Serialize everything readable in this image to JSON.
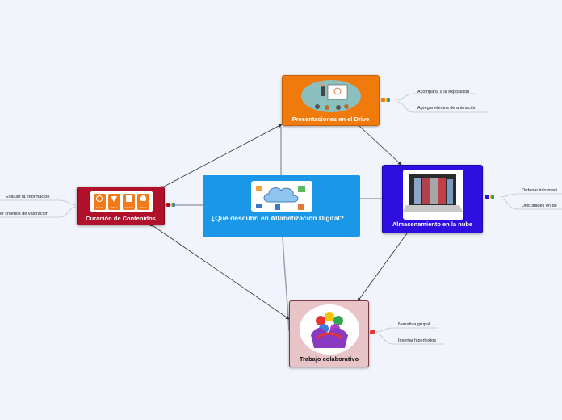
{
  "center": {
    "title": "¿Qué descubrí en Alfabetización Digital?"
  },
  "topics": {
    "drive": {
      "title": "Presentaciones en el Drive",
      "subtopics": [
        "Acompaña a la exposición",
        "Agregar efectos de animación"
      ]
    },
    "nube": {
      "title": "Almacenamiento en la nube",
      "subtopics": [
        "Ordenar informaci",
        "Dificultades en de"
      ]
    },
    "curacion": {
      "title": "Curación de Contenidos",
      "subtopics": [
        "Evaluar la información",
        "er criterios de valoración"
      ],
      "step_labels": [
        "Search",
        "Filter",
        "Organize",
        "Share"
      ]
    },
    "trabajo": {
      "title": "Trabajo colaborativo",
      "subtopics": [
        "Narrativa grupal",
        "Insertar hipertextos"
      ]
    }
  },
  "colors": {
    "background": "#f2f4fb",
    "center": "#1a97e6",
    "drive": "#f07a0c",
    "nube": "#2e0de0",
    "curacion": "#b0102a",
    "trabajo": "#e8c4c8"
  }
}
